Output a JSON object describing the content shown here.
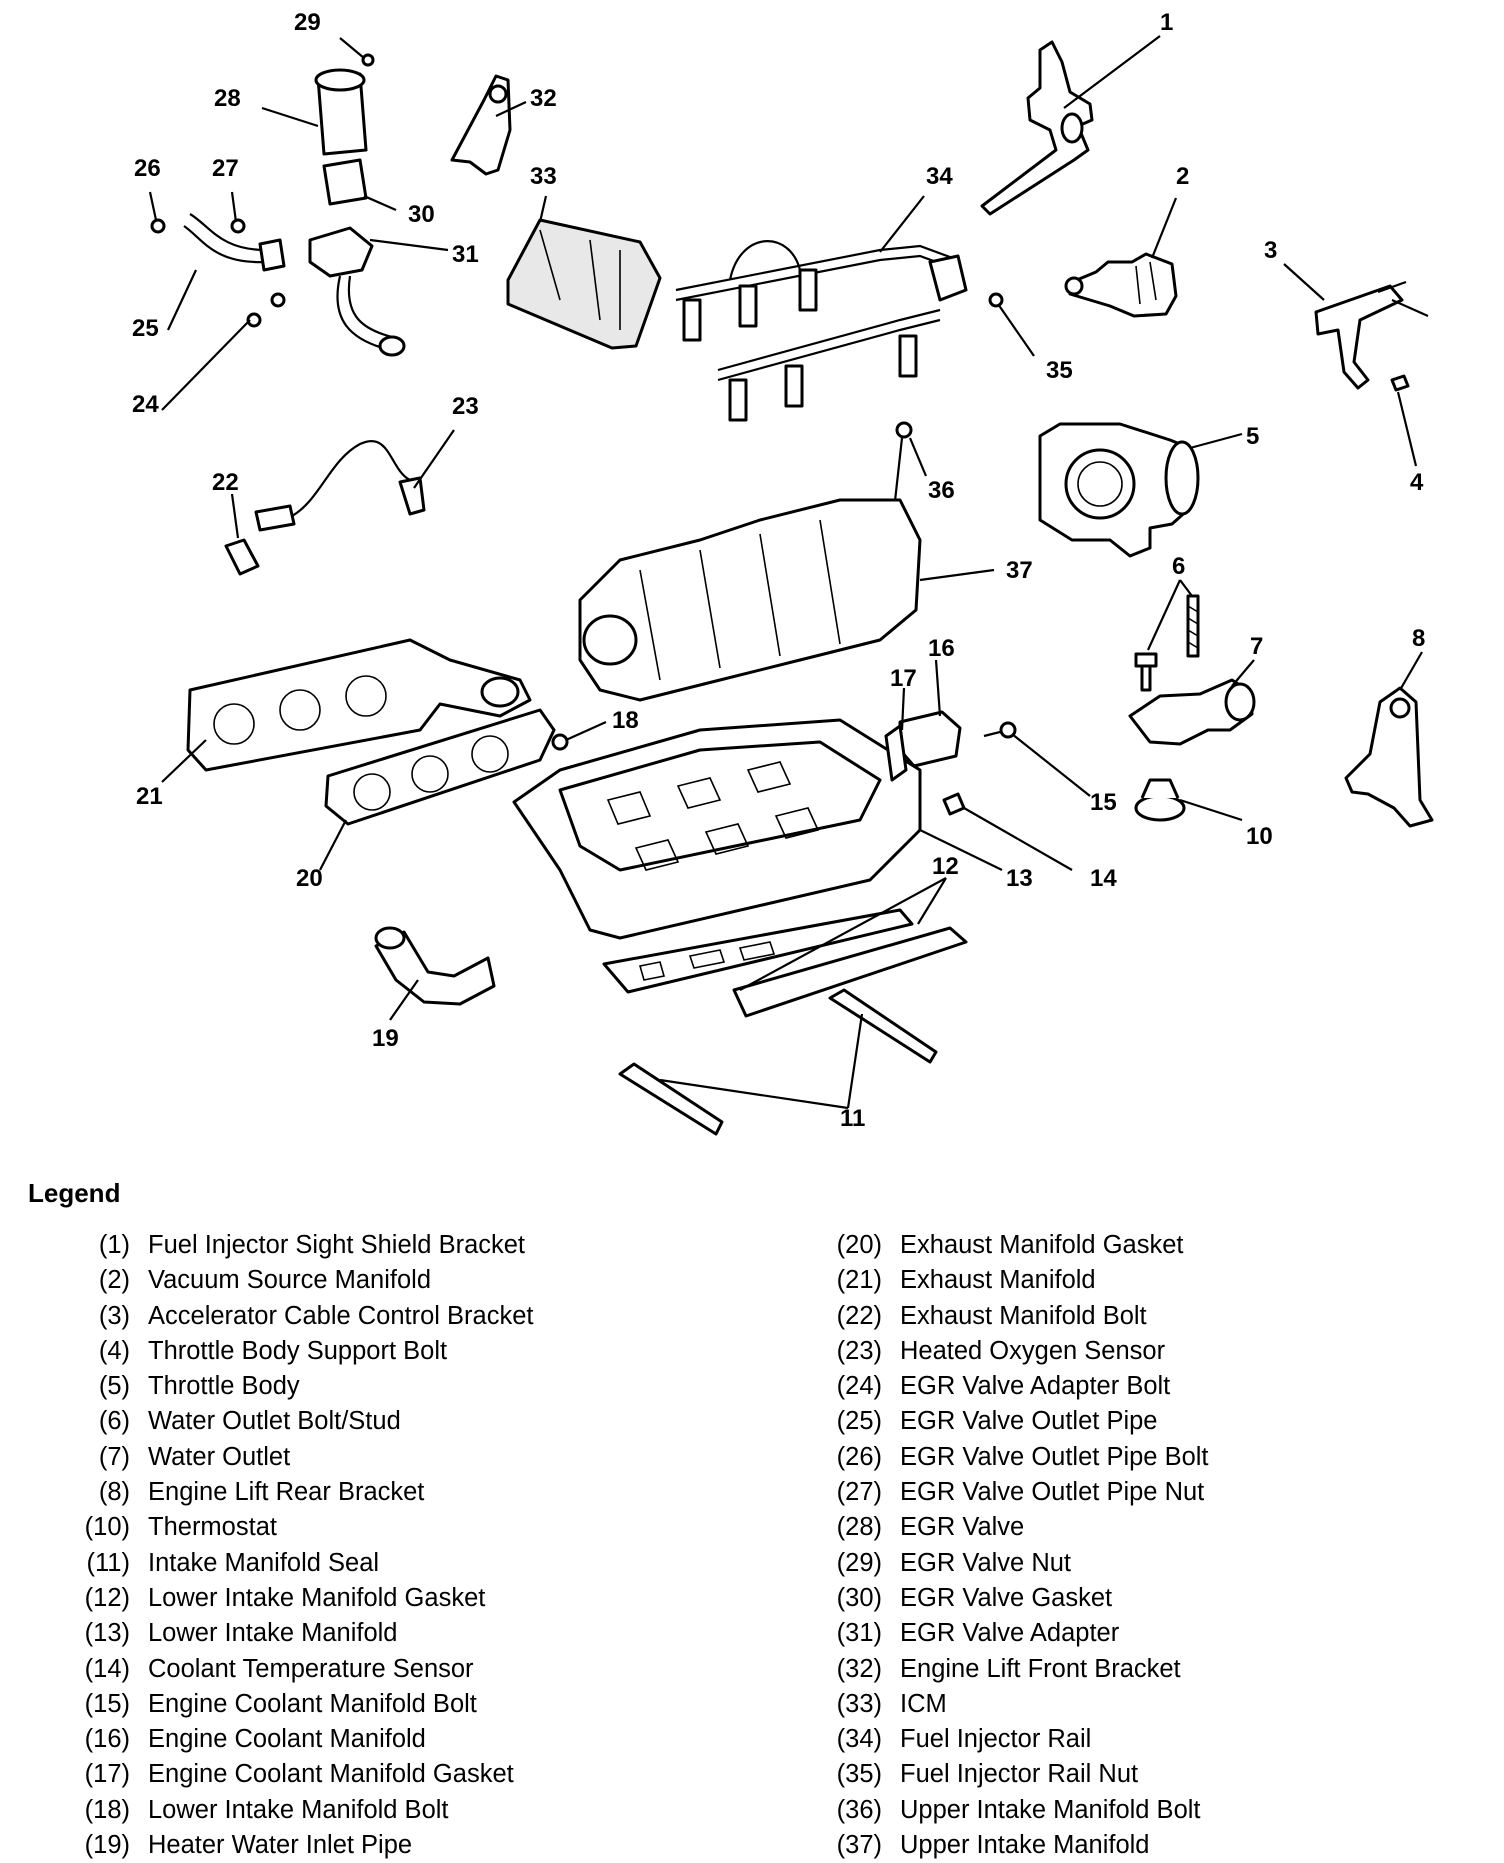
{
  "diagram": {
    "callouts": [
      "1",
      "2",
      "3",
      "4",
      "5",
      "6",
      "7",
      "8",
      "10",
      "11",
      "12",
      "13",
      "14",
      "15",
      "16",
      "17",
      "18",
      "19",
      "20",
      "21",
      "22",
      "23",
      "24",
      "25",
      "26",
      "27",
      "28",
      "29",
      "30",
      "31",
      "32",
      "33",
      "34",
      "35",
      "36",
      "37"
    ]
  },
  "legend": {
    "title": "Legend",
    "left": [
      {
        "num": "(1)",
        "label": "Fuel Injector Sight Shield Bracket"
      },
      {
        "num": "(2)",
        "label": "Vacuum Source Manifold"
      },
      {
        "num": "(3)",
        "label": "Accelerator Cable Control Bracket"
      },
      {
        "num": "(4)",
        "label": "Throttle Body Support Bolt"
      },
      {
        "num": "(5)",
        "label": "Throttle Body"
      },
      {
        "num": "(6)",
        "label": "Water Outlet Bolt/Stud"
      },
      {
        "num": "(7)",
        "label": "Water Outlet"
      },
      {
        "num": "(8)",
        "label": "Engine Lift Rear Bracket"
      },
      {
        "num": "(10)",
        "label": "Thermostat"
      },
      {
        "num": "(11)",
        "label": "Intake Manifold Seal"
      },
      {
        "num": "(12)",
        "label": "Lower Intake Manifold Gasket"
      },
      {
        "num": "(13)",
        "label": "Lower Intake Manifold"
      },
      {
        "num": "(14)",
        "label": "Coolant Temperature Sensor"
      },
      {
        "num": "(15)",
        "label": "Engine Coolant Manifold Bolt"
      },
      {
        "num": "(16)",
        "label": "Engine Coolant Manifold"
      },
      {
        "num": "(17)",
        "label": "Engine Coolant Manifold Gasket"
      },
      {
        "num": "(18)",
        "label": "Lower Intake Manifold Bolt"
      },
      {
        "num": "(19)",
        "label": "Heater Water Inlet Pipe"
      }
    ],
    "right": [
      {
        "num": "(20)",
        "label": "Exhaust Manifold Gasket"
      },
      {
        "num": "(21)",
        "label": "Exhaust Manifold"
      },
      {
        "num": "(22)",
        "label": "Exhaust Manifold Bolt"
      },
      {
        "num": "(23)",
        "label": "Heated Oxygen Sensor"
      },
      {
        "num": "(24)",
        "label": "EGR Valve Adapter Bolt"
      },
      {
        "num": "(25)",
        "label": "EGR Valve Outlet Pipe"
      },
      {
        "num": "(26)",
        "label": "EGR Valve Outlet Pipe Bolt"
      },
      {
        "num": "(27)",
        "label": "EGR Valve Outlet Pipe Nut"
      },
      {
        "num": "(28)",
        "label": "EGR Valve"
      },
      {
        "num": "(29)",
        "label": "EGR Valve Nut"
      },
      {
        "num": "(30)",
        "label": "EGR Valve Gasket"
      },
      {
        "num": "(31)",
        "label": "EGR Valve Adapter"
      },
      {
        "num": "(32)",
        "label": "Engine Lift Front Bracket"
      },
      {
        "num": "(33)",
        "label": "ICM"
      },
      {
        "num": "(34)",
        "label": "Fuel Injector Rail"
      },
      {
        "num": "(35)",
        "label": "Fuel Injector Rail Nut"
      },
      {
        "num": "(36)",
        "label": "Upper Intake Manifold Bolt"
      },
      {
        "num": "(37)",
        "label": "Upper Intake Manifold"
      }
    ]
  }
}
